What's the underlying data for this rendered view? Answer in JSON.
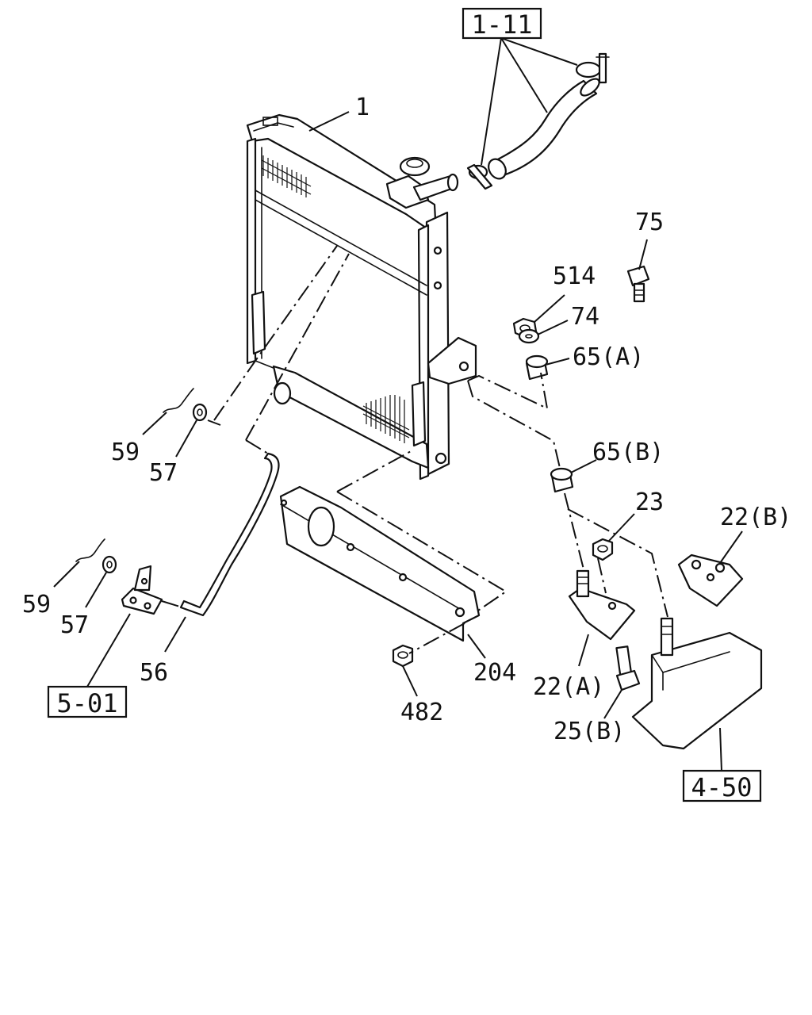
{
  "reference_boxes": {
    "hose_group": "1-11",
    "bracket_group": "5-01",
    "frame_group": "4-50"
  },
  "callouts": {
    "radiator": "1",
    "bolt_75": "75",
    "nut_514": "514",
    "washer_74": "74",
    "cushion_65a": "65(A)",
    "cushion_65b": "65(B)",
    "nut_23": "23",
    "bracket_22b": "22(B)",
    "bracket_22a": "22(A)",
    "bolt_25b": "25(B)",
    "clip_59_upper": "59",
    "washer_57_upper": "57",
    "clip_59_lower": "59",
    "washer_57_lower": "57",
    "drain_hose_56": "56",
    "baffle_204": "204",
    "nut_482": "482"
  }
}
